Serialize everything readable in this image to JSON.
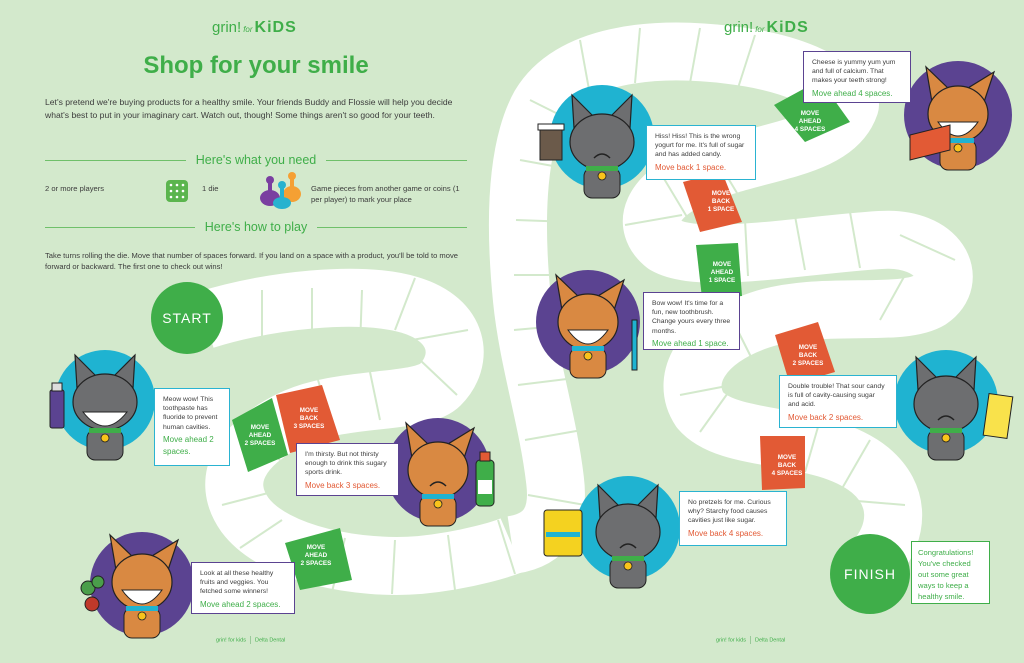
{
  "brand": {
    "logo_grin": "grin!",
    "logo_for": "for",
    "logo_kids": "KiDS",
    "footer_grin": "grin! for kids",
    "footer_company": "Delta Dental"
  },
  "colors": {
    "background": "#d3e9cc",
    "green": "#3fae49",
    "orange": "#e25a35",
    "purple": "#5b4391",
    "teal": "#1fb3d1",
    "path": "#ffffff"
  },
  "header": {
    "title": "Shop for your smile",
    "intro": "Let's pretend we're buying products for a healthy smile. Your friends Buddy and Flossie will help you decide what's best to put in your imaginary cart. Watch out, though! Some things aren't so good for your teeth."
  },
  "need": {
    "heading": "Here's what you need",
    "players": "2 or more players",
    "die": "1 die",
    "pieces": "Game pieces from another game or coins (1 per player) to mark your place"
  },
  "howto": {
    "heading": "Here's how to play",
    "rules": "Take turns rolling the die. Move that number of spaces forward. If you land on a space with a product, you'll be told to move forward or backward. The first one to check out wins!"
  },
  "board": {
    "start": "START",
    "finish": "FINISH",
    "finish_message": "Congratulations! You've checked out some great ways to keep a healthy smile.",
    "spaces": [
      {
        "id": "s1",
        "type": "ahead",
        "line1": "MOVE",
        "line2": "AHEAD",
        "line3": "2 SPACES"
      },
      {
        "id": "s2",
        "type": "back",
        "line1": "MOVE",
        "line2": "BACK",
        "line3": "3 SPACES"
      },
      {
        "id": "s3",
        "type": "ahead",
        "line1": "MOVE",
        "line2": "AHEAD",
        "line3": "2 SPACES"
      },
      {
        "id": "s4",
        "type": "back",
        "line1": "MOVE",
        "line2": "BACK",
        "line3": "1 SPACE"
      },
      {
        "id": "s5",
        "type": "ahead",
        "line1": "MOVE",
        "line2": "AHEAD",
        "line3": "4 SPACES"
      },
      {
        "id": "s6",
        "type": "ahead",
        "line1": "MOVE",
        "line2": "AHEAD",
        "line3": "1 SPACE"
      },
      {
        "id": "s7",
        "type": "back",
        "line1": "MOVE",
        "line2": "BACK",
        "line3": "2 SPACES"
      },
      {
        "id": "s8",
        "type": "back",
        "line1": "MOVE",
        "line2": "BACK",
        "line3": "4 SPACES"
      }
    ],
    "bubbles": [
      {
        "character": "Flossie (gray cat)",
        "item": "toothpaste",
        "text": "Meow wow! This toothpaste has fluoride to prevent human cavities.",
        "action": "Move ahead 2 spaces.",
        "type": "good"
      },
      {
        "character": "Buddy (orange dog)",
        "item": "sports drink",
        "text": "I'm thirsty. But not thirsty enough to drink this sugary sports drink.",
        "action": "Move back 3 spaces.",
        "type": "bad"
      },
      {
        "character": "Buddy (orange dog)",
        "item": "fruits and veggies",
        "text": "Look at all these healthy fruits and veggies. You fetched some winners!",
        "action": "Move ahead 2 spaces.",
        "type": "good"
      },
      {
        "character": "Flossie (gray cat)",
        "item": "yogurt",
        "text": "Hiss! Hiss! This is the wrong yogurt for me. It's full of sugar and has added candy.",
        "action": "Move back 1 space.",
        "type": "bad"
      },
      {
        "character": "Buddy (orange dog)",
        "item": "cheese",
        "text": "Cheese is yummy yum yum and full of calcium. That makes your teeth strong!",
        "action": "Move ahead 4 spaces.",
        "type": "good"
      },
      {
        "character": "Buddy (orange dog)",
        "item": "toothbrush",
        "text": "Bow wow! It's time for a fun, new toothbrush. Change yours every three months.",
        "action": "Move ahead 1 space.",
        "type": "good"
      },
      {
        "character": "Flossie (gray cat)",
        "item": "sour candy",
        "text": "Double trouble! That sour candy is full of cavity-causing sugar and acid.",
        "action": "Move back 2 spaces.",
        "type": "bad"
      },
      {
        "character": "Flossie (gray cat)",
        "item": "pretzels",
        "text": "No pretzels for me. Curious why? Starchy food causes cavities just like sugar.",
        "action": "Move back 4 spaces.",
        "type": "bad"
      }
    ],
    "item_labels": {
      "yogurt": "yogurt",
      "sports_drink": "sports drink",
      "pretzels": "Pretzels",
      "sour_candy": "Sour Candy"
    }
  }
}
